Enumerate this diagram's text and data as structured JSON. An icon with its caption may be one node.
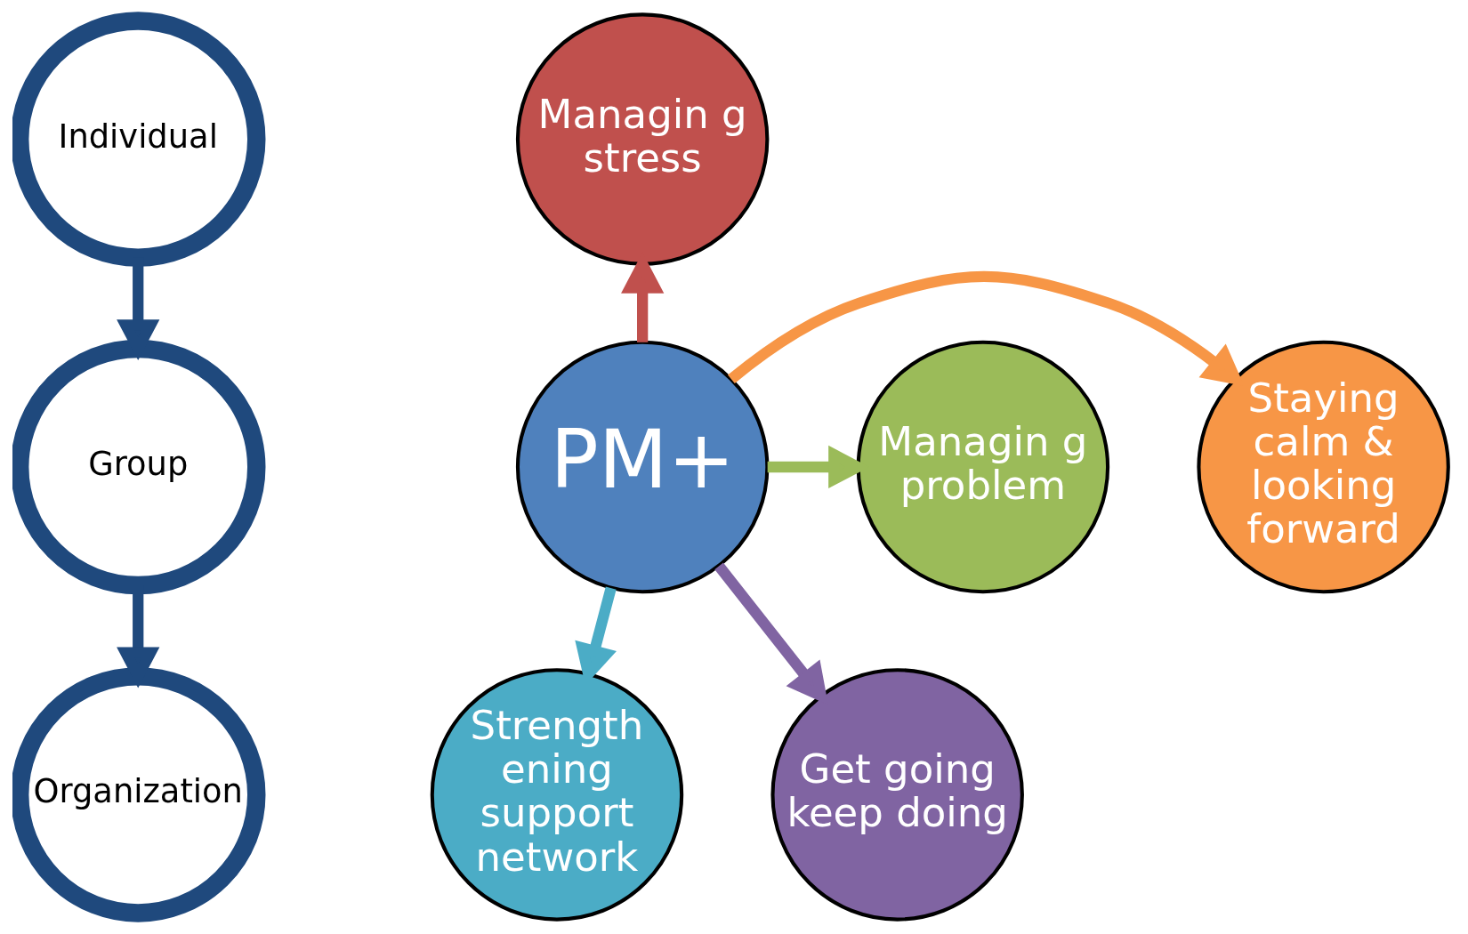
{
  "diagram": {
    "nodes": [
      {
        "text": [
          "Individual"
        ]
      },
      {
        "text": [
          "Group"
        ]
      },
      {
        "text": [
          "Organization"
        ]
      },
      {
        "text": [
          "Managin g stress"
        ]
      },
      {
        "text": [
          "Staying calm & looking forward"
        ]
      },
      {
        "text": [
          "PM+"
        ]
      },
      {
        "text": [
          "Managin g problem"
        ]
      },
      {
        "text": [
          "Strength ening support network"
        ]
      },
      {
        "text": [
          "Get going keep doing"
        ]
      }
    ],
    "edges": [
      {
        "from": 0,
        "to": 1,
        "arrow": "to",
        "color": "#1f497d"
      },
      {
        "from": 1,
        "to": 2,
        "arrow": "to",
        "color": "#1f497d"
      },
      {
        "from": 5,
        "to": 3,
        "arrow": "to",
        "color": "#c0504d"
      },
      {
        "from": 5,
        "to": 4,
        "arrow": "to",
        "color": "#f79646"
      },
      {
        "from": 5,
        "to": 6,
        "arrow": "to",
        "color": "#9bbb59"
      },
      {
        "from": 5,
        "to": 7,
        "arrow": "to",
        "color": "#4bacc6"
      },
      {
        "from": 5,
        "to": 8,
        "arrow": "to",
        "color": "#8064a2"
      }
    ]
  }
}
